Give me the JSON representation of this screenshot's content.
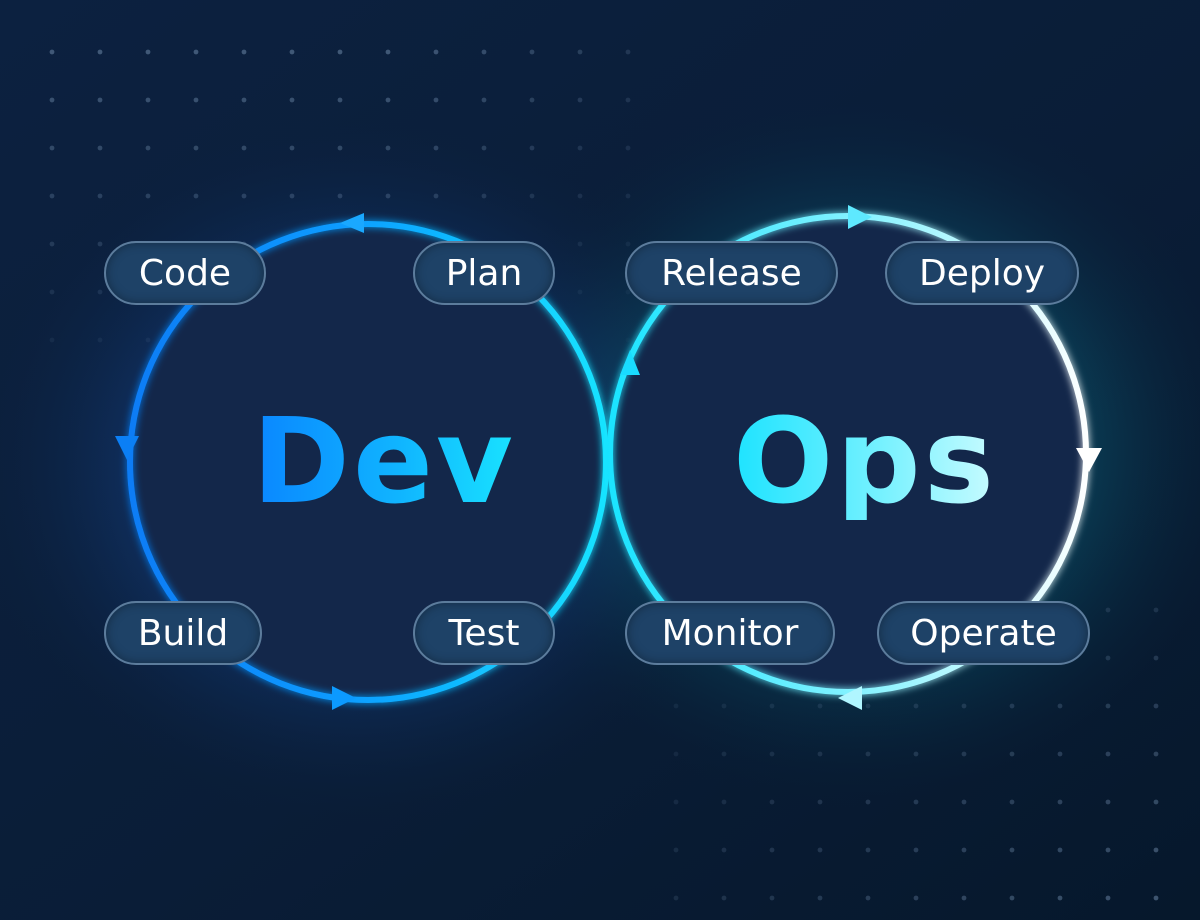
{
  "dev": {
    "word": "Dev",
    "stages": {
      "code": "Code",
      "plan": "Plan",
      "build": "Build",
      "test": "Test"
    }
  },
  "ops": {
    "word": "Ops",
    "stages": {
      "release": "Release",
      "deploy": "Deploy",
      "monitor": "Monitor",
      "operate": "Operate"
    }
  },
  "colors": {
    "background": "#0a1c33",
    "dev_ring_start": "#0a7cf5",
    "dev_ring_end": "#19e3ff",
    "ops_ring_start": "#19e3ff",
    "ops_ring_end": "#ffffff",
    "circle_fill": "#14284a",
    "pill_fill": "#1e4267",
    "pill_border": "#5c7c9c"
  },
  "icons": [
    "arrowhead-icon"
  ]
}
